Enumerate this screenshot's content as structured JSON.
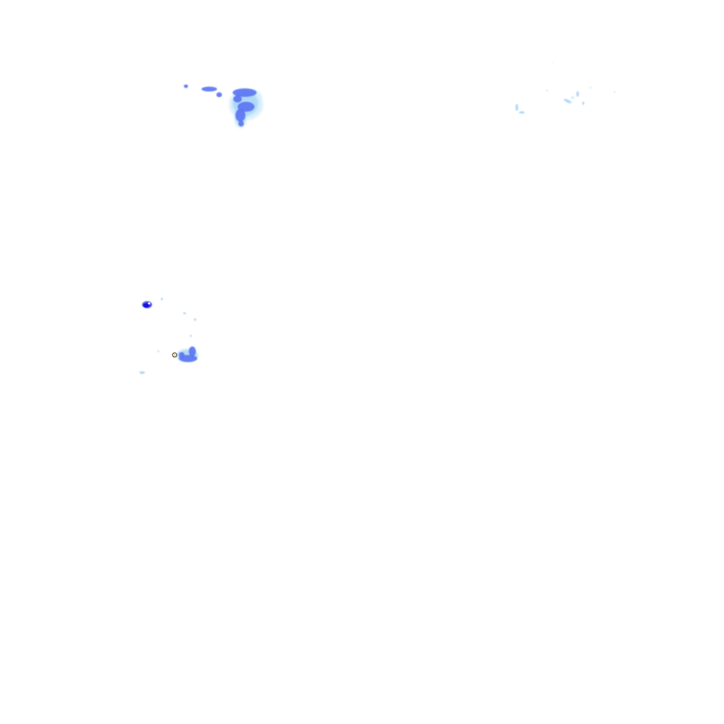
{
  "map": {
    "kind": "rain-radar-overlay",
    "background": "#ffffff",
    "legend_colors": {
      "very_light": "#d6eefc",
      "light": "#a8d4f5",
      "light_moderate": "#8ab9f3",
      "moderate": "#5a73f2",
      "heavy": "#3a4ef0",
      "very_heavy": "#1f12d8"
    },
    "markers": [
      {
        "name": "city-marker-west",
        "icon": "white-dot-marker-icon"
      },
      {
        "name": "city-marker-south",
        "icon": "ring-marker-icon"
      }
    ]
  }
}
